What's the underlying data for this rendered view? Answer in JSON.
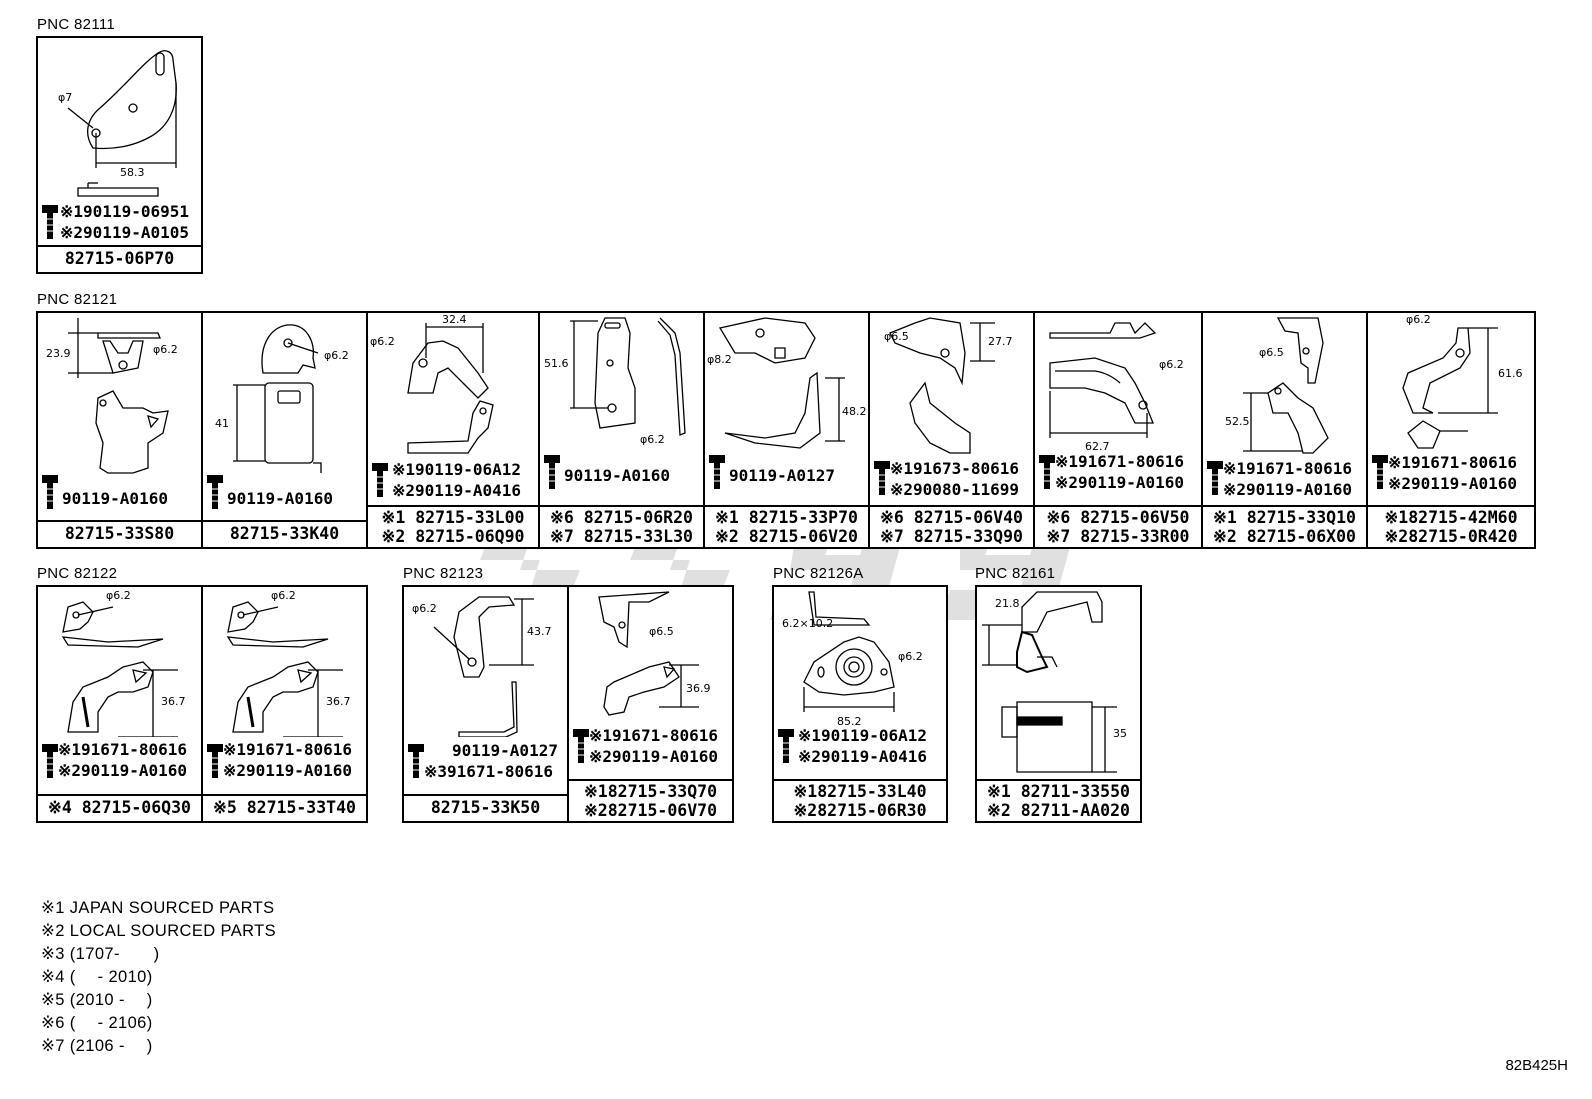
{
  "groups": {
    "g82111": "PNC 82111",
    "g82121": "PNC 82121",
    "g82122": "PNC 82122",
    "g82123": "PNC 82123",
    "g82126a": "PNC 82126A",
    "g82161": "PNC 82161"
  },
  "c1": {
    "d1": "φ7",
    "d2": "58.3",
    "f1": "※190119-06951",
    "f2": "※290119-A0105",
    "p1": "82715-06P70"
  },
  "c2": {
    "d1": "23.9",
    "d2": "φ6.2",
    "f1": "90119-A0160",
    "p1": "82715-33S80"
  },
  "c3": {
    "d1": "φ6.2",
    "d2": "41",
    "f1": "90119-A0160",
    "p1": "82715-33K40"
  },
  "c4": {
    "d1": "φ6.2",
    "d2": "32.4",
    "f1": "※190119-06A12",
    "f2": "※290119-A0416",
    "p1": "※1 82715-33L00",
    "p2": "※2 82715-06Q90"
  },
  "c5": {
    "d1": "51.6",
    "d2": "φ6.2",
    "f1": "90119-A0160",
    "p1": "※6 82715-06R20",
    "p2": "※7 82715-33L30"
  },
  "c6": {
    "d1": "φ8.2",
    "d2": "48.2",
    "f1": "90119-A0127",
    "p1": "※1 82715-33P70",
    "p2": "※2 82715-06V20"
  },
  "c7": {
    "d1": "φ6.5",
    "d2": "27.7",
    "f1": "※191673-80616",
    "f2": "※290080-11699",
    "p1": "※6 82715-06V40",
    "p2": "※7 82715-33Q90"
  },
  "c8": {
    "d1": "φ6.2",
    "d2": "62.7",
    "f1": "※191671-80616",
    "f2": "※290119-A0160",
    "p1": "※6 82715-06V50",
    "p2": "※7 82715-33R00"
  },
  "c9": {
    "d1": "φ6.5",
    "d2": "52.5",
    "f1": "※191671-80616",
    "f2": "※290119-A0160",
    "p1": "※1 82715-33Q10",
    "p2": "※2 82715-06X00"
  },
  "c10": {
    "d1": "φ6.2",
    "d2": "61.6",
    "f1": "※191671-80616",
    "f2": "※290119-A0160",
    "p1": "※182715-42M60",
    "p2": "※282715-0R420"
  },
  "c11": {
    "d1": "φ6.2",
    "d2": "36.7",
    "f1": "※191671-80616",
    "f2": "※290119-A0160",
    "p1": "※4 82715-06Q30"
  },
  "c12": {
    "d1": "φ6.2",
    "d2": "36.7",
    "f1": "※191671-80616",
    "f2": "※290119-A0160",
    "p1": "※5 82715-33T40"
  },
  "c13": {
    "d1": "φ6.2",
    "d2": "43.7",
    "f1": "90119-A0127",
    "f2": "※391671-80616",
    "p1": "82715-33K50"
  },
  "c14": {
    "d1": "φ6.5",
    "d2": "36.9",
    "f1": "※191671-80616",
    "f2": "※290119-A0160",
    "p1": "※182715-33Q70",
    "p2": "※282715-06V70"
  },
  "c15": {
    "d1": "6.2×10.2",
    "d2": "φ6.2",
    "d3": "85.2",
    "f1": "※190119-06A12",
    "f2": "※290119-A0416",
    "p1": "※182715-33L40",
    "p2": "※282715-06R30"
  },
  "c16": {
    "d1": "21.8",
    "d2": "35",
    "p1": "※1 82711-33550",
    "p2": "※2 82711-AA020"
  },
  "notes": [
    "※1 JAPAN SOURCED PARTS",
    "※2 LOCAL SOURCED PARTS",
    "※3 (1707-　　)",
    "※4 (　 - 2010)",
    "※5 (2010 - 　)",
    "※6 (　 - 2106)",
    "※7 (2106 - 　)"
  ],
  "illustration_code": "82B425H",
  "colors": {
    "line": "#000000",
    "watermark": "#9a9a9a"
  },
  "icons": {
    "bolt": "bolt-icon"
  }
}
